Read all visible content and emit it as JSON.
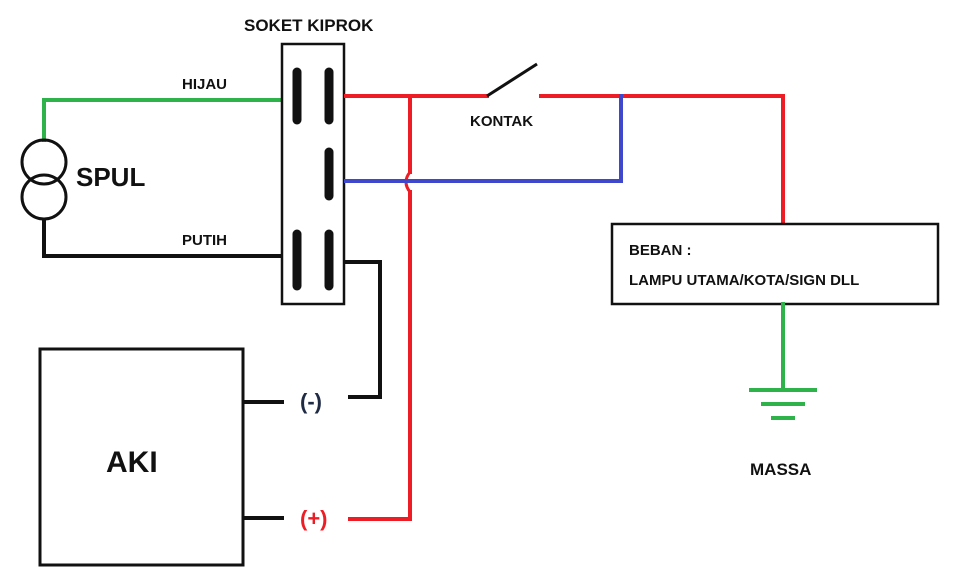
{
  "labels": {
    "soket_kiprok": "SOKET KIPROK",
    "hijau": "HIJAU",
    "putih": "PUTIH",
    "spul": "SPUL",
    "kontak": "KONTAK",
    "beban_line1": "BEBAN :",
    "beban_line2": "LAMPU UTAMA/KOTA/SIGN DLL",
    "massa": "MASSA",
    "aki": "AKI",
    "minus": "(-)",
    "plus": "(+)"
  },
  "colors": {
    "green": "#2db34a",
    "red": "#ee1c24",
    "blue": "#3f48cc",
    "black": "#111111",
    "minus_text": "#1f2a44",
    "plus_text": "#ee1c24"
  }
}
